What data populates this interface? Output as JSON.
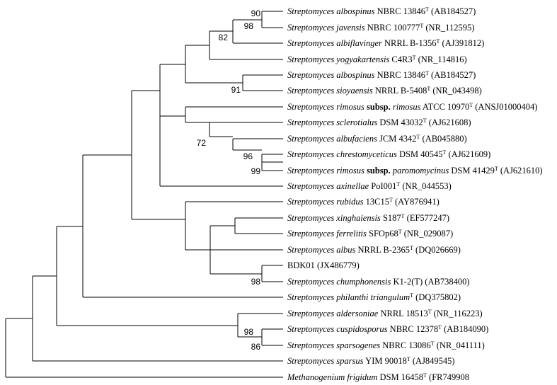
{
  "tree": {
    "leaves": [
      {
        "genus": "Streptomyces",
        "species": "albospinus",
        "strain": "NBRC 13846",
        "type_strain": true,
        "accession": "(AB184527)"
      },
      {
        "genus": "Streptomyces",
        "species": "javensis",
        "strain": "NBRC 100777",
        "type_strain": true,
        "accession": "(NR_112595)"
      },
      {
        "genus": "Streptomyces",
        "species": "albiflavinger",
        "strain": "NRRL B-1356",
        "type_strain": true,
        "accession": "(AJ391812)"
      },
      {
        "genus": "Streptomyces",
        "species": "yogyakartensis",
        "strain": "C4R3",
        "type_strain": true,
        "accession": "(NR_114816)"
      },
      {
        "genus": "Streptomyces",
        "species": "albospinus",
        "strain": "NBRC 13846",
        "type_strain": true,
        "accession": "(AB184527)"
      },
      {
        "genus": "Streptomyces",
        "species": "sioyaensis",
        "strain": "NRRL B-5408",
        "type_strain": true,
        "accession": "(NR_043498)"
      },
      {
        "genus": "Streptomyces",
        "species": "rimosus",
        "subsp_label": "subsp.",
        "subsp": "rimosus",
        "strain": "ATCC 10970",
        "type_strain": true,
        "accession": "(ANSJ01000404)"
      },
      {
        "genus": "Streptomyces",
        "species": "sclerotialus",
        "strain": "DSM 43032",
        "type_strain": true,
        "accession": "(AJ621608)"
      },
      {
        "genus": "Streptomyces",
        "species": "albufaciens",
        "strain": "JCM 4342",
        "type_strain": true,
        "accession": "(AB045880)"
      },
      {
        "genus": "Streptomyces",
        "species": "chrestomyceticus",
        "strain": "DSM 40545",
        "type_strain": true,
        "accession": "(AJ621609)"
      },
      {
        "genus": "Streptomyces",
        "species": "rimosus",
        "subsp_label": "subsp.",
        "subsp": "paromomycinus",
        "strain": "DSM 41429",
        "type_strain": true,
        "accession": "(AJ621610)"
      },
      {
        "genus": "Streptomyces",
        "species": "axinellae",
        "strain": "PoI001",
        "type_strain": true,
        "accession": "(NR_044553)"
      },
      {
        "genus": "Streptomyces",
        "species": "rubidus",
        "strain": "13C15",
        "type_strain": true,
        "accession": "(AY876941)"
      },
      {
        "genus": "Streptomyces",
        "species": "xinghaiensis",
        "strain": "S187",
        "type_strain": true,
        "accession": "(EF577247)"
      },
      {
        "genus": "Streptomyces",
        "species": "ferrelitis",
        "strain": "SFOp68",
        "type_strain": true,
        "accession": "(NR_029087)"
      },
      {
        "genus": "Streptomyces",
        "species": "albus",
        "strain": "NRRL B-2365",
        "type_strain": true,
        "accession": "(DQ026669)"
      },
      {
        "plain": "BDK01",
        "accession": "(JX486779)"
      },
      {
        "genus": "Streptomyces",
        "species": "chumphonensis",
        "strain": "K1-2(T)",
        "type_strain": false,
        "accession": "(AB738400)"
      },
      {
        "genus": "Streptomyces",
        "species": "philanthi triangulum",
        "strain": "",
        "type_strain": true,
        "accession": "(DQ375802)"
      },
      {
        "genus": "Streptomyces",
        "species": "aldersoniae",
        "strain": "NRRL 18513",
        "type_strain": true,
        "accession": "(NR_116223)"
      },
      {
        "genus": "Streptomyces",
        "species": "cuspidosporus",
        "strain": "NBRC 12378",
        "type_strain": true,
        "accession": "(AB184090)"
      },
      {
        "genus": "Streptomyces",
        "species": "sparsogenes",
        "strain": "NBRC 13086",
        "type_strain": true,
        "accession": "(NR_041111)"
      },
      {
        "genus": "Streptomyces",
        "species": "sparsus",
        "strain": "YIM 90018",
        "type_strain": true,
        "accession": "(AJ849545)"
      },
      {
        "genus": "Methanogenium",
        "species": "frigidum",
        "strain": "DSM 16458",
        "type_strain": true,
        "accession": "(FR749908"
      }
    ],
    "type_marker": "T",
    "bootstrap_values": [
      "90",
      "98",
      "82",
      "91",
      "72",
      "96",
      "99",
      "98",
      "98",
      "86"
    ]
  }
}
